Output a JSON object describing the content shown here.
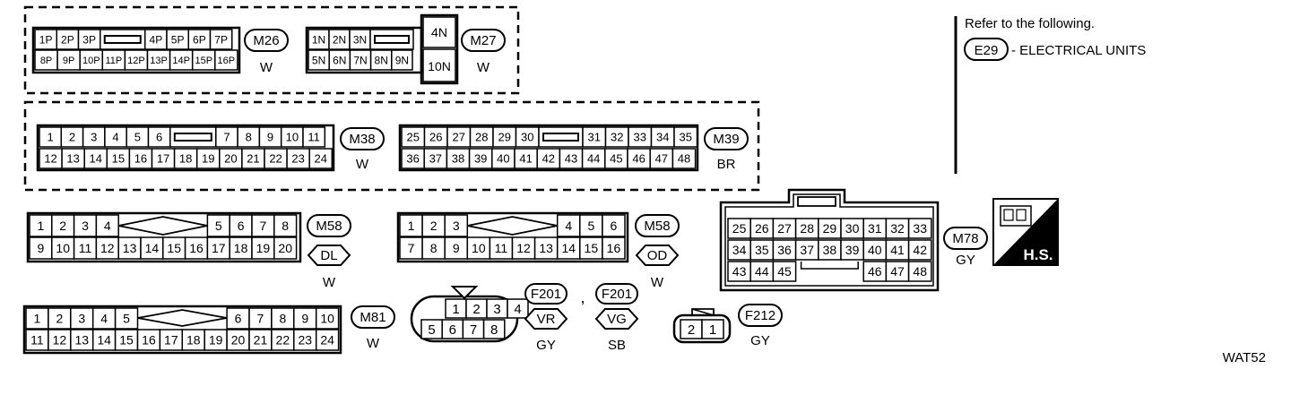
{
  "reference": {
    "intro": "Refer to the following.",
    "connector": "E29",
    "text": "- ELECTRICAL UNITS"
  },
  "connectors": {
    "m26": {
      "id": "M26",
      "color": "W",
      "row1": [
        "1P",
        "2P",
        "3P",
        "",
        "4P",
        "5P",
        "6P",
        "7P"
      ],
      "row2": [
        "8P",
        "9P",
        "10P",
        "11P",
        "12P",
        "13P",
        "14P",
        "15P",
        "16P"
      ]
    },
    "m27": {
      "id": "M27",
      "color": "W",
      "row1": [
        "1N",
        "2N",
        "3N",
        ""
      ],
      "row2": [
        "5N",
        "6N",
        "7N",
        "8N",
        "9N"
      ],
      "side": [
        "4N",
        "10N"
      ]
    },
    "m38": {
      "id": "M38",
      "color": "W",
      "row1": [
        "1",
        "2",
        "3",
        "4",
        "5",
        "6",
        "",
        "7",
        "8",
        "9",
        "10",
        "11"
      ],
      "row2": [
        "12",
        "13",
        "14",
        "15",
        "16",
        "17",
        "18",
        "19",
        "20",
        "21",
        "22",
        "23",
        "24"
      ]
    },
    "m39": {
      "id": "M39",
      "color": "BR",
      "row1": [
        "25",
        "26",
        "27",
        "28",
        "29",
        "30",
        "",
        "31",
        "32",
        "33",
        "34",
        "35"
      ],
      "row2": [
        "36",
        "37",
        "38",
        "39",
        "40",
        "41",
        "42",
        "43",
        "44",
        "45",
        "46",
        "47",
        "48"
      ]
    },
    "m58dl": {
      "id": "M58",
      "tag": "DL",
      "color": "W",
      "row1a": [
        "1",
        "2",
        "3",
        "4"
      ],
      "row1b": [
        "5",
        "6",
        "7",
        "8"
      ],
      "row2": [
        "9",
        "10",
        "11",
        "12",
        "13",
        "14",
        "15",
        "16",
        "17",
        "18",
        "19",
        "20"
      ]
    },
    "m58od": {
      "id": "M58",
      "tag": "OD",
      "color": "W",
      "row1a": [
        "1",
        "2",
        "3"
      ],
      "row1b": [
        "4",
        "5",
        "6"
      ],
      "row2": [
        "7",
        "8",
        "9",
        "10",
        "11",
        "12",
        "13",
        "14",
        "15",
        "16"
      ]
    },
    "m78": {
      "id": "M78",
      "color": "GY",
      "row1": [
        "25",
        "26",
        "27",
        "28",
        "29",
        "30",
        "31",
        "32",
        "33"
      ],
      "row2": [
        "34",
        "35",
        "36",
        "37",
        "38",
        "39",
        "40",
        "41",
        "42"
      ],
      "row3a": [
        "43",
        "44",
        "45"
      ],
      "row3b": [
        "46",
        "47",
        "48"
      ]
    },
    "m81": {
      "id": "M81",
      "color": "W",
      "row1a": [
        "1",
        "2",
        "3",
        "4",
        "5"
      ],
      "row1b": [
        "6",
        "7",
        "8",
        "9",
        "10"
      ],
      "row2": [
        "11",
        "12",
        "13",
        "14",
        "15",
        "16",
        "17",
        "18",
        "19",
        "20",
        "21",
        "22",
        "23",
        "24"
      ]
    },
    "f201": {
      "id1": "F201",
      "tag1": "VR",
      "color1": "GY",
      "comma": ",",
      "id2": "F201",
      "tag2": "VG",
      "color2": "SB",
      "row1": [
        "1",
        "2",
        "3",
        "4"
      ],
      "row2": [
        "5",
        "6",
        "7",
        "8"
      ]
    },
    "f212": {
      "id": "F212",
      "color": "GY",
      "pins": [
        "2",
        "1"
      ]
    }
  },
  "hs_badge": "H.S.",
  "figure_code": "WAT52"
}
